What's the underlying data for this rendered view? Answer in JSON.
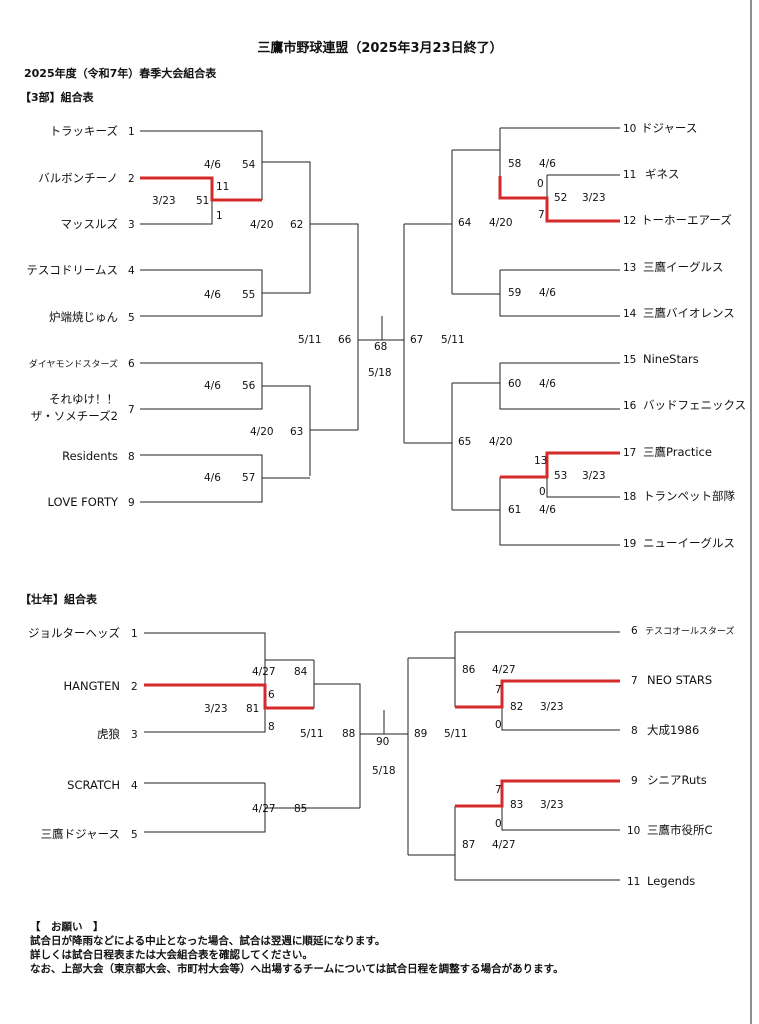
{
  "header": {
    "title": "三鷹市野球連盟（2025年3月23日終了）",
    "subtitle": "2025年度（令和7年）春季大会組合表"
  },
  "division3": {
    "heading": "【3部】組合表",
    "teams": [
      {
        "no": "1",
        "name": "トラッキーズ"
      },
      {
        "no": "2",
        "name": "バルボンチーノ"
      },
      {
        "no": "3",
        "name": "マッスルズ"
      },
      {
        "no": "4",
        "name": "テスコドリームス"
      },
      {
        "no": "5",
        "name": "炉端焼じゅん"
      },
      {
        "no": "6",
        "name": "ダイヤモンドスターズ"
      },
      {
        "no": "7",
        "name": "それゆけ！！",
        "name2": "ザ・ソメチーズ2"
      },
      {
        "no": "8",
        "name": "Residents"
      },
      {
        "no": "9",
        "name": "LOVE FORTY"
      },
      {
        "no": "10",
        "name": "ドジャース"
      },
      {
        "no": "11",
        "name": "ギネス"
      },
      {
        "no": "12",
        "name": "トーホーエアーズ"
      },
      {
        "no": "13",
        "name": "三鷹イーグルス"
      },
      {
        "no": "14",
        "name": "三鷹バイオレンス"
      },
      {
        "no": "15",
        "name": "NineStars"
      },
      {
        "no": "16",
        "name": "バッドフェニックス"
      },
      {
        "no": "17",
        "name": "三鷹Practice"
      },
      {
        "no": "18",
        "name": "トランペット部隊"
      },
      {
        "no": "19",
        "name": "ニューイーグルス"
      }
    ],
    "labels": [
      "4/6",
      "54",
      "11",
      "3/23",
      "51",
      "1",
      "4/20",
      "62",
      "4/6",
      "55",
      "5/11",
      "66",
      "68",
      "67",
      "5/11",
      "5/18",
      "4/6",
      "56",
      "4/20",
      "63",
      "4/6",
      "57",
      "58",
      "4/6",
      "0",
      "52",
      "3/23",
      "7",
      "64",
      "4/20",
      "59",
      "4/6",
      "60",
      "4/6",
      "65",
      "4/20",
      "13",
      "53",
      "3/23",
      "0",
      "61",
      "4/6"
    ]
  },
  "seniors": {
    "heading": "【壮年】組合表",
    "teams": [
      {
        "no": "1",
        "name": "ジョルターヘッズ"
      },
      {
        "no": "2",
        "name": "HANGTEN"
      },
      {
        "no": "3",
        "name": "虎狼"
      },
      {
        "no": "4",
        "name": "SCRATCH"
      },
      {
        "no": "5",
        "name": "三鷹ドジャース"
      },
      {
        "no": "6",
        "name": "テスコオールスターズ"
      },
      {
        "no": "7",
        "name": "NEO STARS"
      },
      {
        "no": "8",
        "name": "大成1986"
      },
      {
        "no": "9",
        "name": "シニアRuts"
      },
      {
        "no": "10",
        "name": "三鷹市役所C"
      },
      {
        "no": "11",
        "name": "Legends"
      }
    ],
    "labels": [
      "4/27",
      "84",
      "6",
      "3/23",
      "81",
      "8",
      "5/11",
      "88",
      "90",
      "89",
      "5/11",
      "5/18",
      "4/27",
      "85",
      "86",
      "4/27",
      "7",
      "82",
      "3/23",
      "0",
      "7",
      "83",
      "3/23",
      "0",
      "87",
      "4/27"
    ]
  },
  "notes": {
    "heading": "【　お願い　】",
    "lines": [
      "試合日が降雨などによる中止となった場合、試合は翌週に順延になります。",
      "詳しくは試合日程表または大会組合表を確認してください。",
      "なお、上部大会（東京都大会、市町村大会等）へ出場するチームについては試合日程を調整する場合があります。"
    ]
  }
}
